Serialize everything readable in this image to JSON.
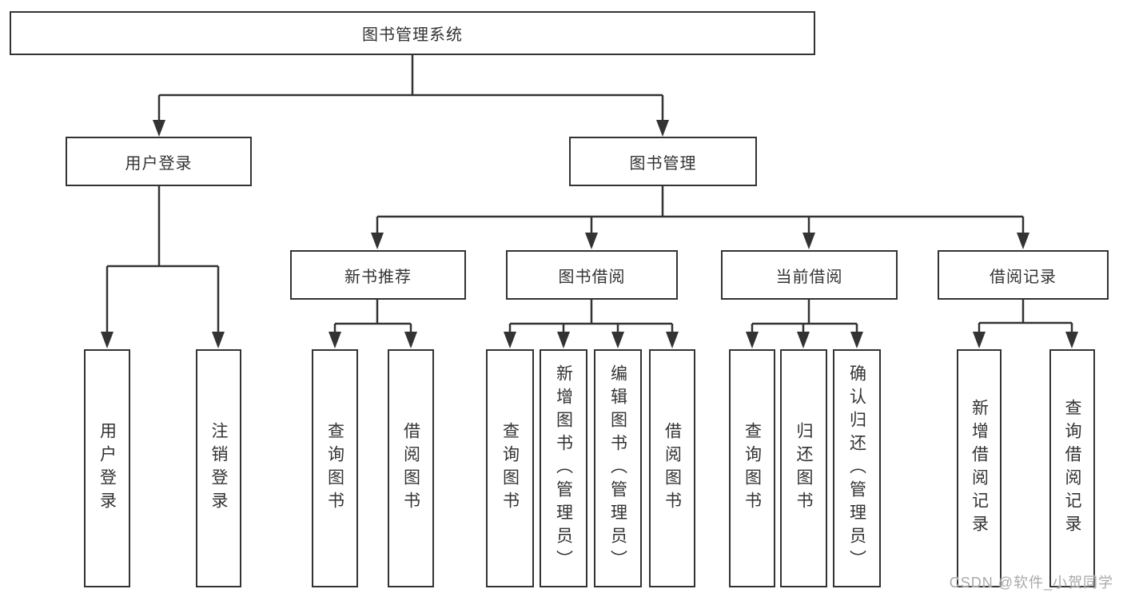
{
  "title": "图书管理系统",
  "watermark": "CSDN @软件_小贺同学",
  "colors": {
    "line": "#333333",
    "box_border": "#333333",
    "box_fill": "#ffffff",
    "text": "#333333",
    "watermark_text": "#a9a9a9",
    "background": "#ffffff"
  },
  "nodes": {
    "root": {
      "label": "图书管理系统"
    },
    "level2": [
      {
        "label": "用户登录"
      },
      {
        "label": "图书管理"
      }
    ],
    "level3": [
      {
        "label": "新书推荐",
        "parent": "图书管理"
      },
      {
        "label": "图书借阅",
        "parent": "图书管理"
      },
      {
        "label": "当前借阅",
        "parent": "图书管理"
      },
      {
        "label": "借阅记录",
        "parent": "图书管理"
      }
    ],
    "leaves": [
      {
        "label": "用户登录",
        "parent": "用户登录"
      },
      {
        "label": "注销登录",
        "parent": "用户登录"
      },
      {
        "label": "查询图书",
        "parent": "新书推荐"
      },
      {
        "label": "借阅图书",
        "parent": "新书推荐"
      },
      {
        "label": "查询图书",
        "parent": "图书借阅"
      },
      {
        "label": "新增图书（管理员）",
        "parent": "图书借阅"
      },
      {
        "label": "编辑图书（管理员）",
        "parent": "图书借阅"
      },
      {
        "label": "借阅图书",
        "parent": "图书借阅"
      },
      {
        "label": "查询图书",
        "parent": "当前借阅"
      },
      {
        "label": "归还图书",
        "parent": "当前借阅"
      },
      {
        "label": "确认归还（管理员）",
        "parent": "当前借阅"
      },
      {
        "label": "新增借阅记录",
        "parent": "借阅记录"
      },
      {
        "label": "查询借阅记录",
        "parent": "借阅记录"
      }
    ]
  }
}
